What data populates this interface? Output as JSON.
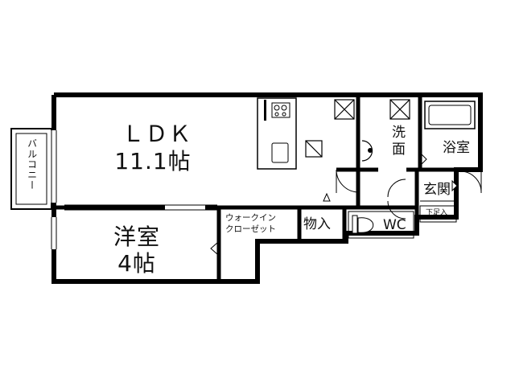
{
  "rooms": {
    "ldk": {
      "name": "ＬＤＫ",
      "size": "11.1帖"
    },
    "western": {
      "name": "洋室",
      "size": "4帖"
    },
    "walk_in_closet": {
      "line1": "ウォークイン",
      "line2": "クローゼット"
    },
    "storage": "物入",
    "toilet": "WC",
    "washroom": {
      "line1": "洗",
      "line2": "面"
    },
    "bathroom": "浴室",
    "entrance": "玄関",
    "shoe_cabinet": "下足入",
    "balcony": "バルコニー"
  }
}
